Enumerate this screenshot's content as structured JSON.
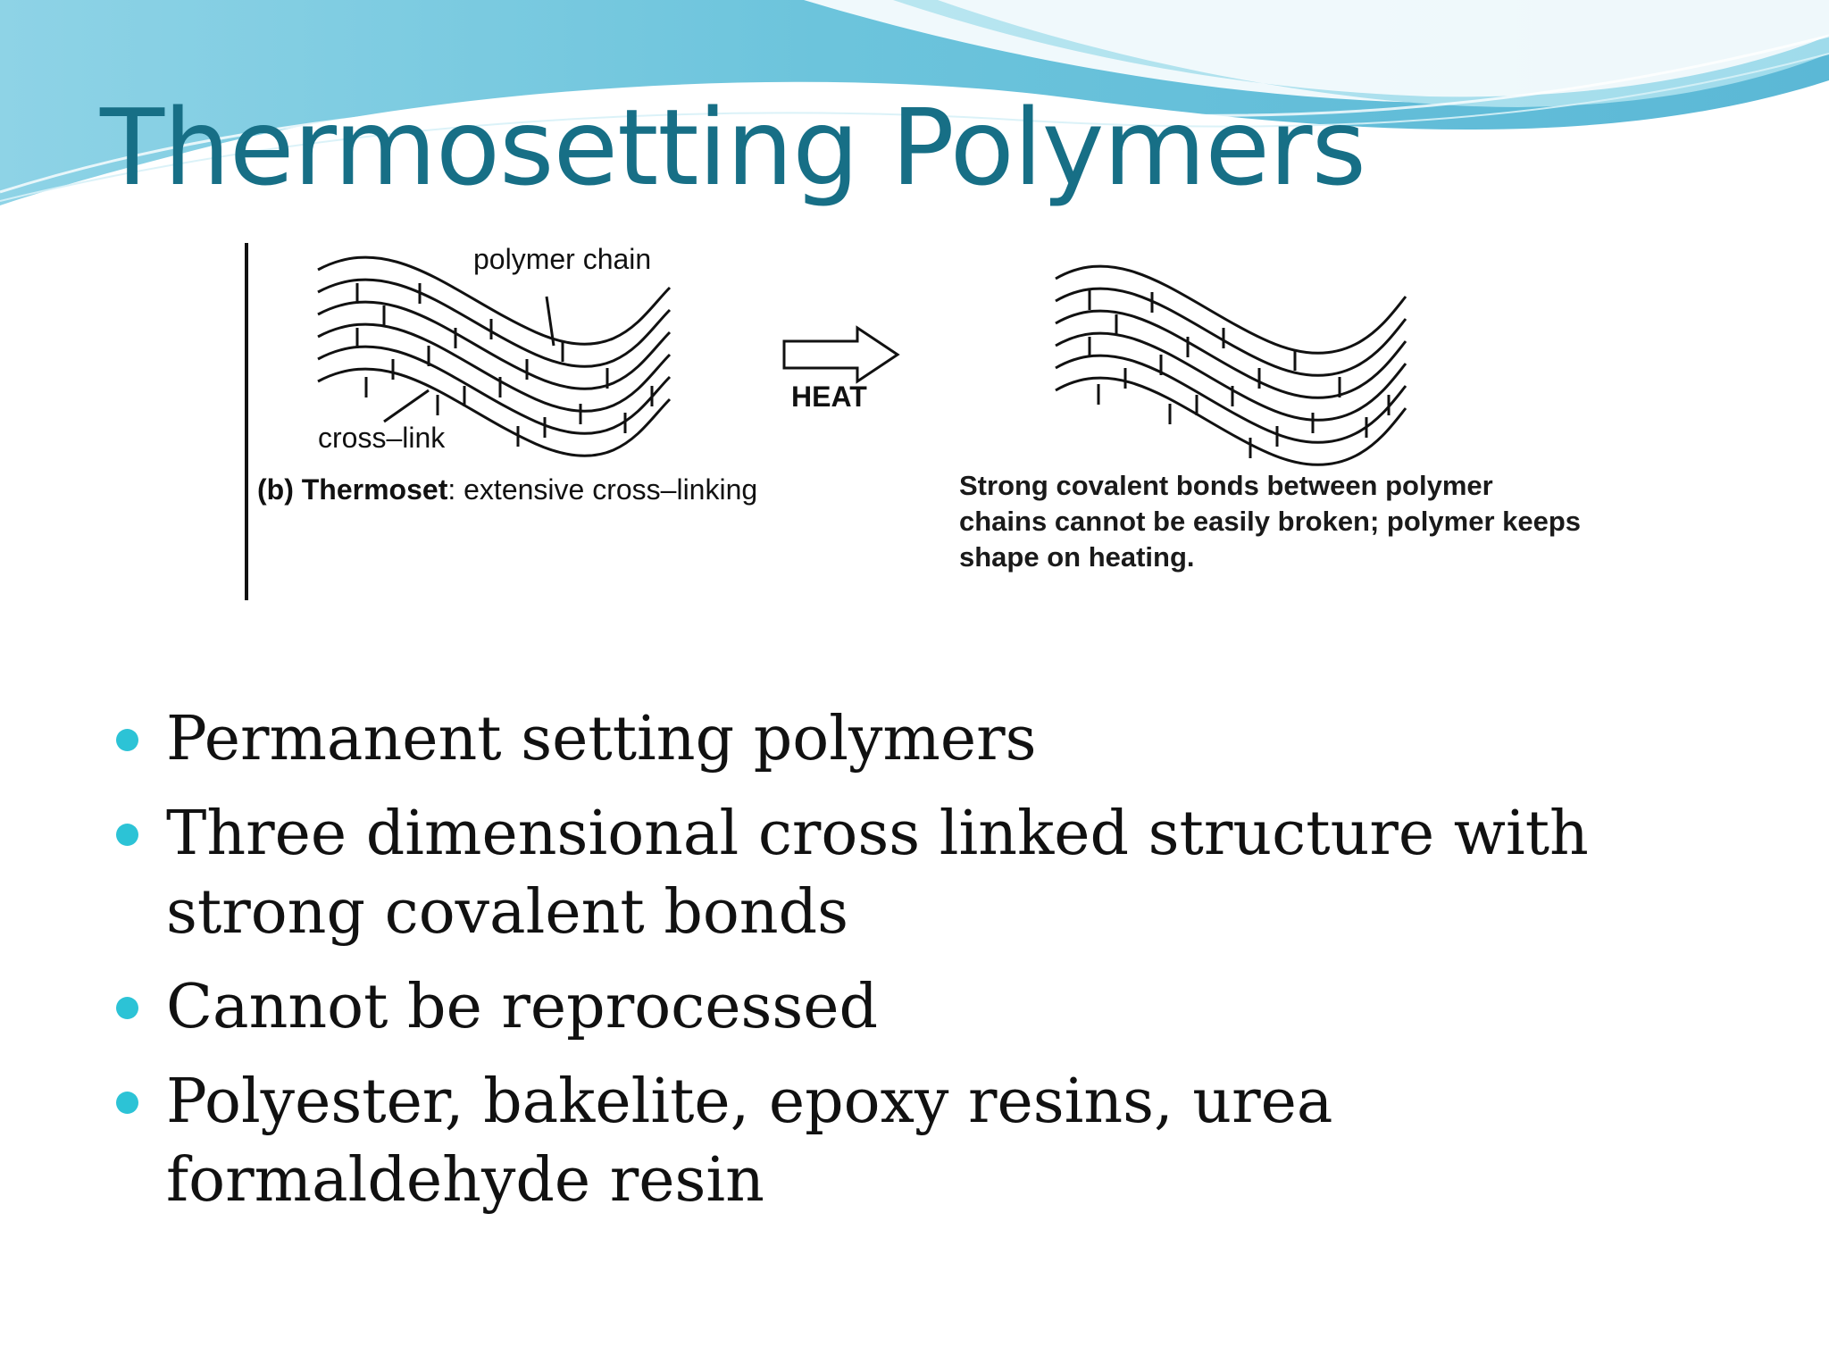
{
  "slide": {
    "title": "Thermosetting Polymers",
    "accent_color": "#176f86",
    "bullet_color": "#2cc3d6"
  },
  "figure": {
    "label_polymer_chain": "polymer chain",
    "label_heat": "HEAT",
    "label_cross_link": "cross–link",
    "caption_prefix": "(b) Thermoset",
    "caption_suffix": ": extensive cross–linking",
    "description": "Strong covalent bonds between polymer chains cannot be easily broken; polymer keeps shape on heating."
  },
  "bullets": [
    "Permanent setting polymers",
    "Three dimensional cross linked structure with strong covalent bonds",
    "Cannot be reprocessed",
    "Polyester, bakelite, epoxy resins, urea formaldehyde resin"
  ]
}
